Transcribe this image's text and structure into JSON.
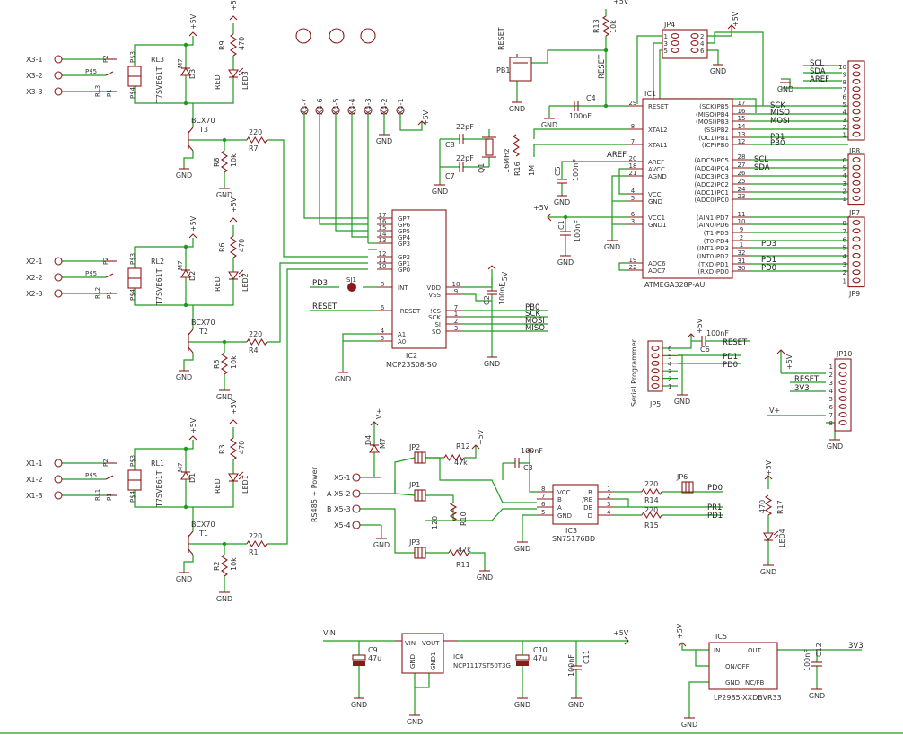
{
  "colors": {
    "wire": "#1f9a1f",
    "symbol": "#8b1a1a",
    "text": "#333333",
    "background": "#ffffff"
  },
  "supplies": {
    "p5v": "+5V",
    "gnd": "GND",
    "vplus": "V+",
    "vin": "VIN",
    "v3v3": "3V3"
  },
  "relays": [
    {
      "ref": "RL3",
      "part": "T7SVE61T",
      "p1": "P1",
      "p2": "P2",
      "p3": "P$3",
      "p4": "P$4",
      "p5": "P$5",
      "diode": "D3",
      "diode_pkg": "M7",
      "led": "LED3",
      "led_pkg": "RED",
      "rled": "R9",
      "rled_val": "470",
      "trans": "T3",
      "trans_part": "BCX70",
      "rbase": "R7",
      "rbase_val": "220",
      "rpull": "R8",
      "rpull_val": "10k",
      "terms": [
        "X3-1",
        "X3-2",
        "X3-3"
      ]
    },
    {
      "ref": "RL2",
      "part": "T7SVE61T",
      "p1": "P1",
      "p2": "P2",
      "p3": "P$3",
      "p4": "P$4",
      "p5": "P$5",
      "diode": "D2",
      "diode_pkg": "M7",
      "led": "LED2",
      "led_pkg": "RED",
      "rled": "R6",
      "rled_val": "470",
      "trans": "T2",
      "trans_part": "BCX70",
      "rbase": "R4",
      "rbase_val": "220",
      "rpull": "R5",
      "rpull_val": "10k",
      "terms": [
        "X2-1",
        "X2-2",
        "X2-3"
      ]
    },
    {
      "ref": "RL1",
      "part": "T7SVE61T",
      "p1": "P1",
      "p2": "P2",
      "p3": "P$3",
      "p4": "P$4",
      "p5": "P$5",
      "diode": "D1",
      "diode_pkg": "M7",
      "led": "LED1",
      "led_pkg": "RED",
      "rled": "R3",
      "rled_val": "470",
      "trans": "T1",
      "trans_part": "BCX70",
      "rbase": "R1",
      "rbase_val": "220",
      "rpull": "R2",
      "rpull_val": "10k",
      "terms": [
        "X1-1",
        "X1-2",
        "X1-3"
      ]
    }
  ],
  "x4_terms": [
    "X4-7",
    "X4-6",
    "X4-5",
    "X4-4",
    "X4-3",
    "X4-2",
    "X4-1"
  ],
  "ic2": {
    "ref": "IC2",
    "part": "MCP23S08-SO",
    "left_pins": [
      {
        "num": "17",
        "name": "GP7"
      },
      {
        "num": "16",
        "name": "GP6"
      },
      {
        "num": "15",
        "name": "GP5"
      },
      {
        "num": "14",
        "name": "GP4"
      },
      {
        "num": "13",
        "name": "GP3"
      },
      {
        "num": "12",
        "name": "GP2"
      },
      {
        "num": "11",
        "name": "GP1"
      },
      {
        "num": "10",
        "name": "GP0"
      },
      {
        "num": "8",
        "name": "INT"
      },
      {
        "num": "6",
        "name": "!RESET"
      },
      {
        "num": "4",
        "name": "A1"
      },
      {
        "num": "5",
        "name": "A0"
      }
    ],
    "right_pins": [
      {
        "num": "18",
        "name": "VDD"
      },
      {
        "num": "9",
        "name": "VSS"
      },
      {
        "num": "7",
        "name": "!CS"
      },
      {
        "num": "1",
        "name": "SCK"
      },
      {
        "num": "2",
        "name": "SI"
      },
      {
        "num": "3",
        "name": "SO"
      }
    ],
    "nets_right": [
      "PB0",
      "SCK",
      "MOSI",
      "MISO"
    ],
    "net_int": "PD3",
    "net_reset": "RESET",
    "sj": "SJ1"
  },
  "c2": {
    "ref": "C2",
    "val": "100nF"
  },
  "ic1": {
    "ref": "IC1",
    "part": "ATMEGA328P-AU",
    "left_pins": [
      {
        "num": "29",
        "name": "RESET"
      },
      {
        "num": "8",
        "name": "XTAL2"
      },
      {
        "num": "7",
        "name": "XTAL1"
      },
      {
        "num": "20",
        "name": "AREF"
      },
      {
        "num": "18",
        "name": "AVCC"
      },
      {
        "num": "21",
        "name": "AGND"
      },
      {
        "num": "4",
        "name": "VCC"
      },
      {
        "num": "5",
        "name": "GND"
      },
      {
        "num": "6",
        "name": "VCC1"
      },
      {
        "num": "3",
        "name": "GND1"
      },
      {
        "num": "19",
        "name": "ADC6"
      },
      {
        "num": "22",
        "name": "ADC7"
      }
    ],
    "right_pins": [
      {
        "num": "17",
        "name": "(SCK)PB5"
      },
      {
        "num": "16",
        "name": "(MISO)PB4"
      },
      {
        "num": "15",
        "name": "(MOSI)PB3"
      },
      {
        "num": "14",
        "name": "(SS)PB2"
      },
      {
        "num": "13",
        "name": "(OC1)PB1"
      },
      {
        "num": "12",
        "name": "(ICP)PB0"
      },
      {
        "num": "28",
        "name": "(ADC5)PC5"
      },
      {
        "num": "27",
        "name": "(ADC4)PC4"
      },
      {
        "num": "26",
        "name": "(ADC3)PC3"
      },
      {
        "num": "25",
        "name": "(ADC2)PC2"
      },
      {
        "num": "24",
        "name": "(ADC1)PC1"
      },
      {
        "num": "23",
        "name": "(ADC0)PC0"
      },
      {
        "num": "11",
        "name": "(AIN1)PD7"
      },
      {
        "num": "10",
        "name": "(AIN0)PD6"
      },
      {
        "num": "9",
        "name": "(T1)PD5"
      },
      {
        "num": "2",
        "name": "(T0)PD4"
      },
      {
        "num": "1",
        "name": "(INT1)PD3"
      },
      {
        "num": "32",
        "name": "(INT0)PD2"
      },
      {
        "num": "31",
        "name": "(TXD)PD1"
      },
      {
        "num": "30",
        "name": "(RXD)PD0"
      }
    ],
    "nets": [
      "SCK",
      "MISO",
      "MOSI",
      "PB1",
      "PB0",
      "SCL",
      "SDA",
      "PD3",
      "PD1",
      "PD0",
      "AREF"
    ]
  },
  "reset_parts": {
    "pb": "PB1",
    "pb_net": "RESET",
    "r13": "R13",
    "r13_val": "10k",
    "c4": "C4",
    "c4_val": "100nF",
    "reset_net": "RESET"
  },
  "crystal": {
    "q": "Q1",
    "q_val": "16MHz",
    "r16": "R16",
    "r16_val": "1M",
    "c8": "C8",
    "c8_val": "22pF",
    "c7": "C7",
    "c7_val": "22pF"
  },
  "decoupling": {
    "c5": "C5",
    "c5_val": "100nF",
    "c1": "C1",
    "c1_val": "100nF"
  },
  "jp4": {
    "ref": "JP4",
    "pins": [
      "1",
      "2",
      "3",
      "4",
      "5",
      "6"
    ]
  },
  "jp_side": {
    "jp8": {
      "ref": "JP8",
      "pins": [
        "10",
        "9",
        "8",
        "7",
        "6",
        "5",
        "4",
        "3",
        "2",
        "1"
      ],
      "nets": [
        "SCL",
        "SDA",
        "AREF"
      ]
    },
    "jp7": {
      "ref": "JP7",
      "pins": [
        "6",
        "5",
        "4",
        "3",
        "2",
        "1"
      ]
    },
    "jp9": {
      "ref": "JP9",
      "pins": [
        "8",
        "7",
        "6",
        "5",
        "4",
        "3",
        "2",
        "1"
      ]
    }
  },
  "jp5": {
    "ref": "JP5",
    "title": "Serial Programmer",
    "pins": [
      "6",
      "5",
      "4",
      "3",
      "2",
      "1"
    ],
    "c6": "C6",
    "c6_val": "100nF",
    "nets": [
      "RESET",
      "PD1",
      "PD0"
    ]
  },
  "jp10": {
    "ref": "JP10",
    "pins": [
      "1",
      "2",
      "3",
      "4",
      "5",
      "6",
      "7",
      "8"
    ],
    "nets": [
      "RESET",
      "3V3"
    ]
  },
  "rs485": {
    "title": "RS485 + Power",
    "terms": [
      "X5-1",
      "X5-2",
      "X5-3",
      "X5-4"
    ],
    "term_labels": [
      "A",
      "B"
    ],
    "d4": "D4",
    "d4_pkg": "M7",
    "jp1": "JP1",
    "jp2": "JP2",
    "jp3": "JP3",
    "jp6": "JP6",
    "r10": "R10",
    "r10_val": "120",
    "r11": "R11",
    "r11_val": "47k",
    "r12": "R12",
    "r12_val": "47k",
    "c3": "C3",
    "c3_val": "100nF",
    "ic3": "IC3",
    "ic3_part": "SN75176BD",
    "ic3_left": [
      {
        "num": "8",
        "name": "VCC"
      },
      {
        "num": "7",
        "name": "B"
      },
      {
        "num": "6",
        "name": "A"
      },
      {
        "num": "5",
        "name": "GND"
      }
    ],
    "ic3_right": [
      {
        "num": "1",
        "name": "R"
      },
      {
        "num": "2",
        "name": "/RE"
      },
      {
        "num": "3",
        "name": "DE"
      },
      {
        "num": "4",
        "name": "D"
      }
    ],
    "r14": "R14",
    "r14_val": "220",
    "r15": "R15",
    "r15_val": "220",
    "nets": [
      "PD0",
      "PR1",
      "PD1"
    ],
    "led4": "LED4",
    "r17": "R17",
    "r17_val": "470"
  },
  "power": {
    "ic4": "IC4",
    "ic4_part": "NCP1117ST50T3G",
    "ic4_pins": [
      "VIN",
      "VOUT",
      "GND",
      "GND1"
    ],
    "c9": "C9",
    "c9_val": "47u",
    "c10": "C10",
    "c10_val": "47u",
    "c11": "C11",
    "c11_val": "100nF",
    "ic5": "IC5",
    "ic5_part": "LP2985-XXDBVR33",
    "ic5_pins": [
      "IN",
      "ON/OFF",
      "GND",
      "OUT",
      "NC/FB"
    ],
    "c12": "C12",
    "c12_val": "100nF"
  }
}
